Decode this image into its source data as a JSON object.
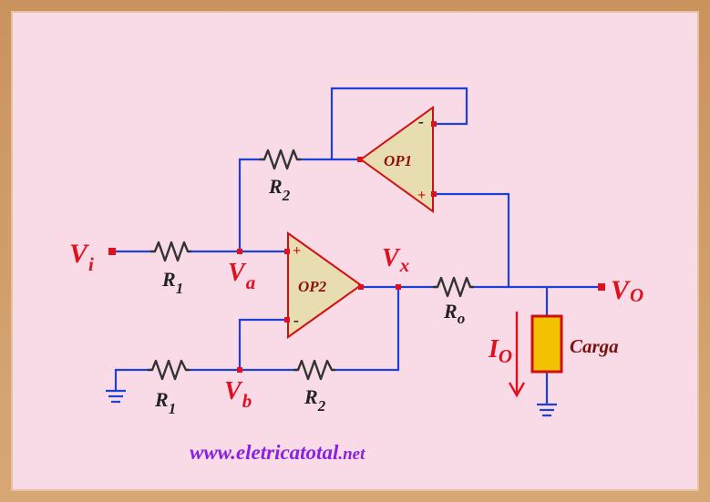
{
  "colors": {
    "wire": "#1f3fd6",
    "resistor": "#333333",
    "node": "#e0101a",
    "opamp_fill": "#e8ddb0",
    "opamp_edge": "#d01010",
    "label_red": "#e01020",
    "label_dark": "#222222",
    "load_fill": "#f2c200",
    "url": "#8a20e0"
  },
  "labels": {
    "vi_main": "V",
    "vi_sub": "i",
    "va_main": "V",
    "va_sub": "a",
    "vb_main": "V",
    "vb_sub": "b",
    "vx_main": "V",
    "vx_sub": "x",
    "vo_main": "V",
    "vo_sub": "O",
    "io_main": "I",
    "io_sub": "O",
    "r1_top_main": "R",
    "r1_top_sub": "1",
    "r2_top_main": "R",
    "r2_top_sub": "2",
    "r1_bot_main": "R",
    "r1_bot_sub": "1",
    "r2_bot_main": "R",
    "r2_bot_sub": "2",
    "ro_main": "R",
    "ro_sub": "o",
    "op1": "OP1",
    "op2": "OP2",
    "op1_minus": "-",
    "op1_plus": "+",
    "op2_plus": "+",
    "op2_minus": "-",
    "load": "Carga"
  },
  "footer": {
    "url_prefix": "www.",
    "url_main": "eletricatotal",
    "url_suffix": ".net"
  }
}
